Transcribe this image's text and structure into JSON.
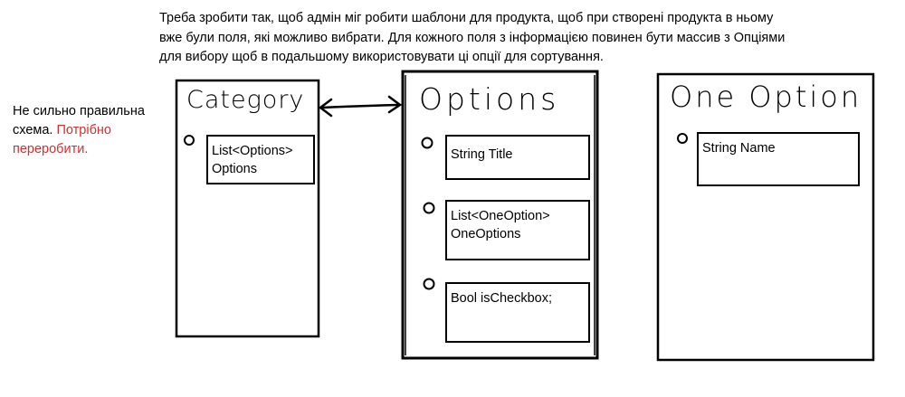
{
  "description": [
    "Треба зробити так, щоб адмін міг робити шаблони для продукта, щоб при створені продукта в ньому",
    "вже були поля, які можливо вибрати. Для кожного поля з інформацією повинен бути массив з Опціями",
    "для вибору щоб в подальшому використовувати ці опції для сортування."
  ],
  "note": {
    "black": "Не сильно правильна схема.",
    "red": "Потрібно переробити."
  },
  "colors": {
    "note_red": "#d32f2f",
    "stroke": "#000000"
  },
  "boxes": {
    "category": {
      "title": "Category",
      "fields": [
        {
          "line1": "List<Options>",
          "line2": "Options"
        }
      ]
    },
    "options": {
      "title": "Options",
      "fields": [
        {
          "line1": "String Title"
        },
        {
          "line1": "List<OneOption>",
          "line2": "OneOptions"
        },
        {
          "line1": "Bool isCheckbox;"
        }
      ]
    },
    "one_option": {
      "title": "One Option",
      "fields": [
        {
          "line1": "String Name"
        }
      ]
    }
  }
}
